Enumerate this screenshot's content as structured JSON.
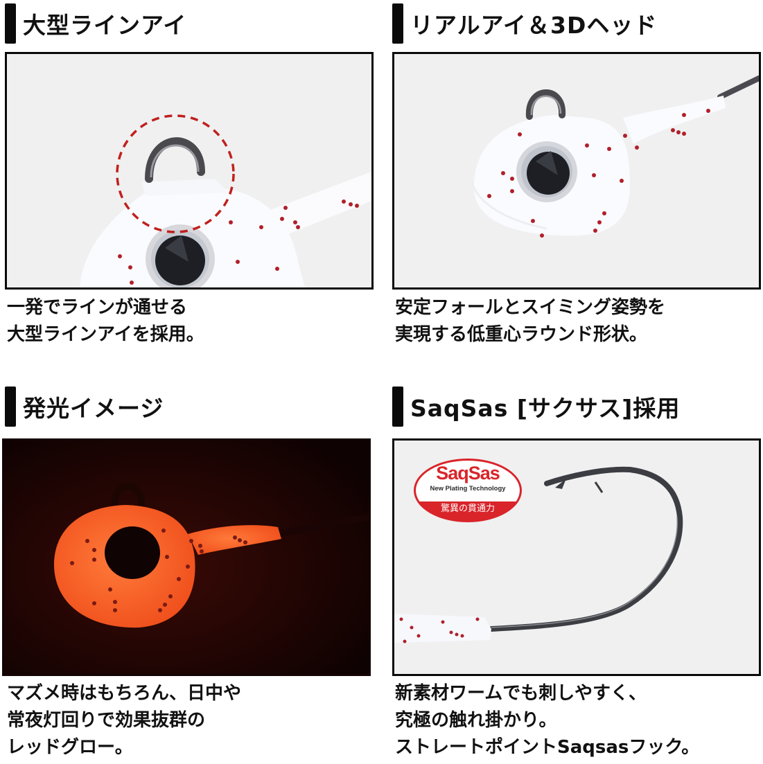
{
  "panels": [
    {
      "heading": "大型ラインアイ",
      "caption_lines": [
        "一発でラインが通せる",
        "大型ラインアイを採用。"
      ],
      "image": "white jig head close-up with line eye circled in red dashed ring",
      "highlight_color": "#c0201e"
    },
    {
      "heading": "リアルアイ＆3Dヘッド",
      "caption_lines": [
        "安定フォールとスイミング姿勢を",
        "実現する低重心ラウンド形状。"
      ],
      "image": "white jig head with realistic holographic eye"
    },
    {
      "heading": "発光イメージ",
      "caption_lines": [
        "マズメ時はもちろん、日中や",
        "常夜灯回りで効果抜群の",
        "レッドグロー。"
      ],
      "image": "jig head glowing red-orange in darkness",
      "glow_color": "#f2581f"
    },
    {
      "heading": "SaqSas [サクサス]採用",
      "caption_lines": [
        "新素材ワームでも刺しやすく、",
        "究極の触れ掛かり。",
        "ストレートポイントSaqsasフック。"
      ],
      "image": "straight point hook with worm keeper",
      "badge": {
        "brand": "SaqSas",
        "subtitle": "New Plating Technology",
        "tagline": "驚異の貫通力",
        "color": "#d9242a"
      }
    }
  ],
  "colors": {
    "heading_bar": "#0a0a0a",
    "frame_border": "#0a0a0a",
    "photo_bg": "#f0f0f0",
    "speckle": "#b0202a",
    "dark_bg": "#140404"
  }
}
